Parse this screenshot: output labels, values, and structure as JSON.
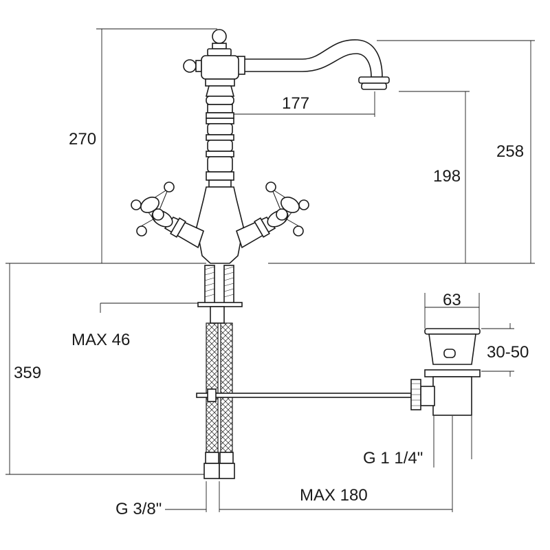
{
  "drawing": {
    "dimensions": {
      "spout_reach": "177",
      "overall_height": "270",
      "spout_outlet_height": "258",
      "spout_clearance": "198",
      "deck_thickness_max": "MAX 46",
      "hose_length": "359",
      "waste_diameter": "63",
      "waste_range": "30-50",
      "waste_thread": "G 1 1/4\"",
      "hose_thread": "G 3/8\"",
      "rod_length_max": "MAX 180"
    }
  }
}
